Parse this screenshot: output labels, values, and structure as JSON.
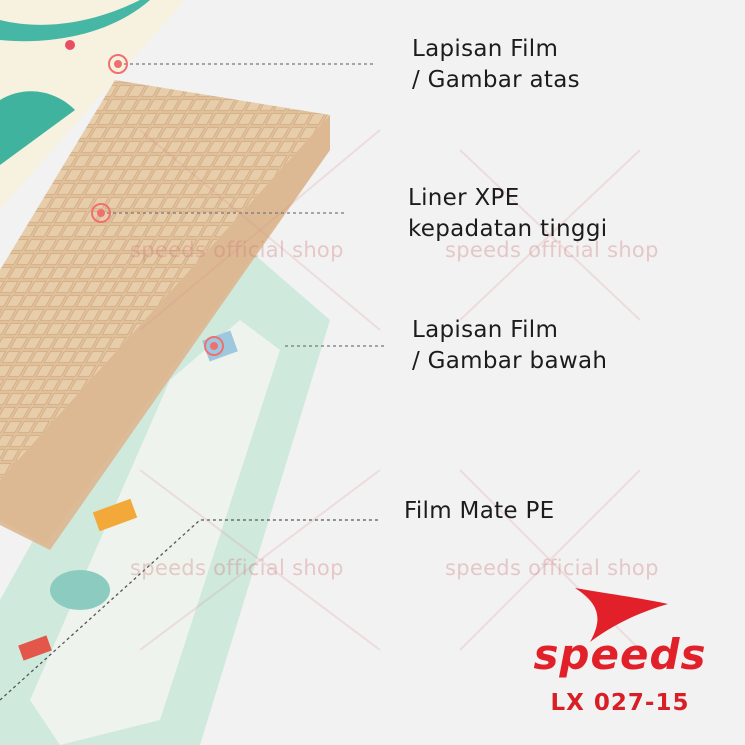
{
  "layers": [
    {
      "line1": "Lapisan Film",
      "line2": "/ Gambar atas"
    },
    {
      "line1": "Liner XPE",
      "line2": "kepadatan tinggi"
    },
    {
      "line1": "Lapisan Film",
      "line2": "/ Gambar bawah"
    },
    {
      "line1": "Film Mate PE",
      "line2": ""
    }
  ],
  "watermark": "speeds official shop",
  "brand": {
    "name": "speeds",
    "model": "LX 027-15"
  },
  "colors": {
    "background": "#f2f2f2",
    "foam": "#e3c4a0",
    "foam_edge": "#d8b58f",
    "film_green": "#cfe9dd",
    "brand_red": "#e2202a",
    "marker": "#f07070"
  }
}
